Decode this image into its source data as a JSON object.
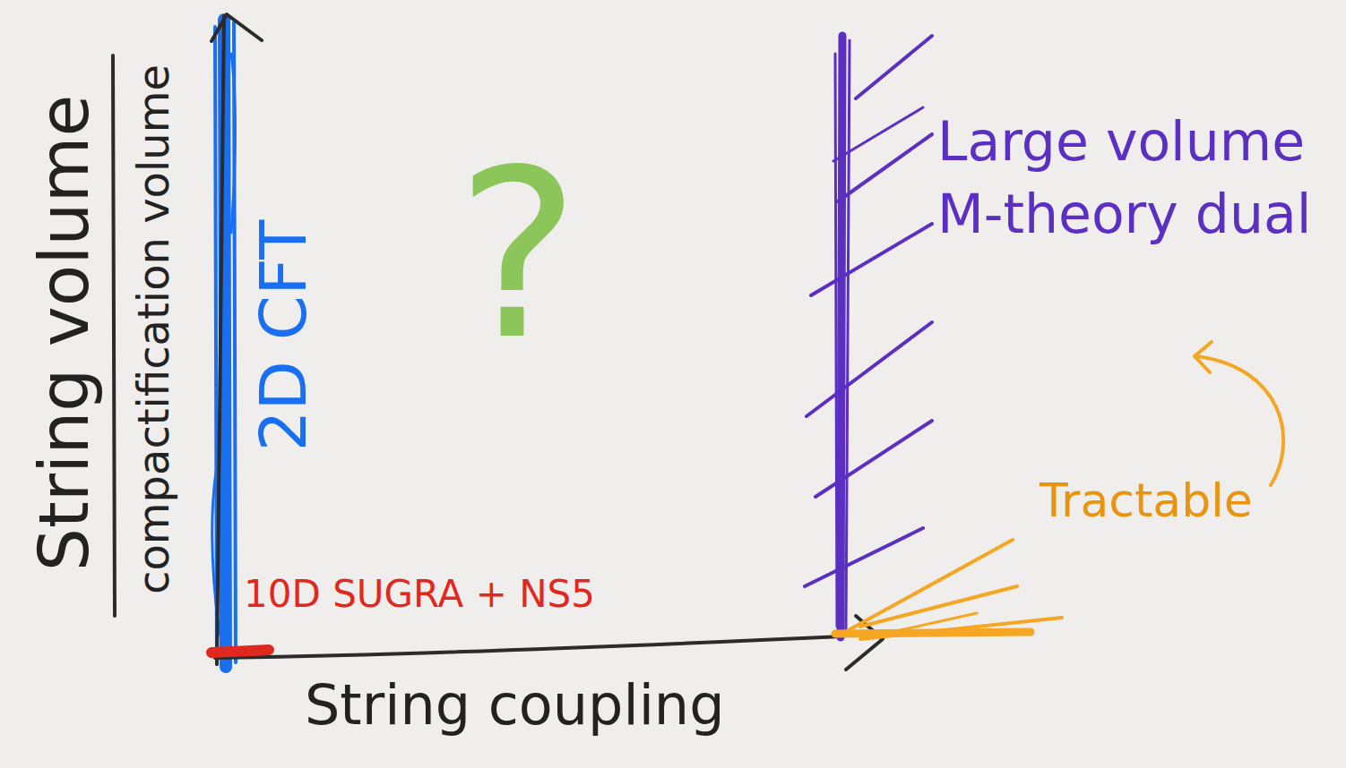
{
  "diagram": {
    "labels": [
      "String volume",
      "compactification volume",
      "2D CFT",
      "?",
      "10D SUGRA + NS5",
      "Large volume M-theory dual",
      "Tractable",
      "String coupling"
    ]
  }
}
